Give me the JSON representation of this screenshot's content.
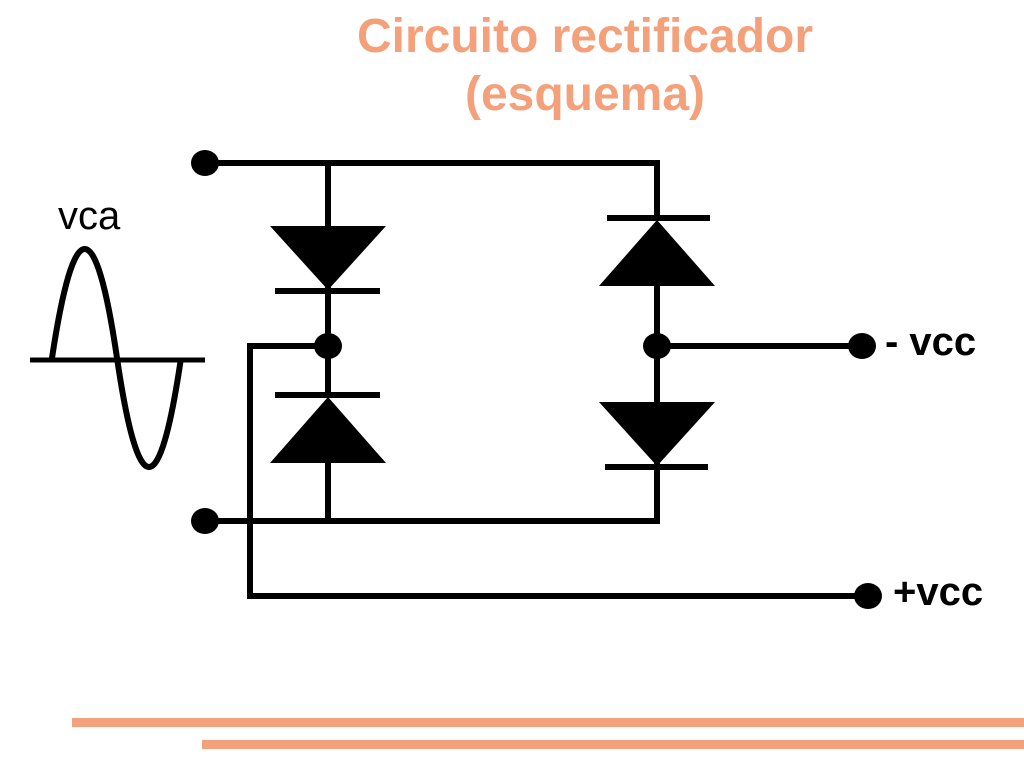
{
  "title": {
    "line1": "Circuito rectificador",
    "line2": "(esquema)"
  },
  "labels": {
    "ac_input": "vca",
    "dc_negative": "- vcc",
    "dc_positive": "+vcc"
  },
  "colors": {
    "title": "#F4A07A",
    "rule": "#F4A07A",
    "circuit": "#000000"
  }
}
